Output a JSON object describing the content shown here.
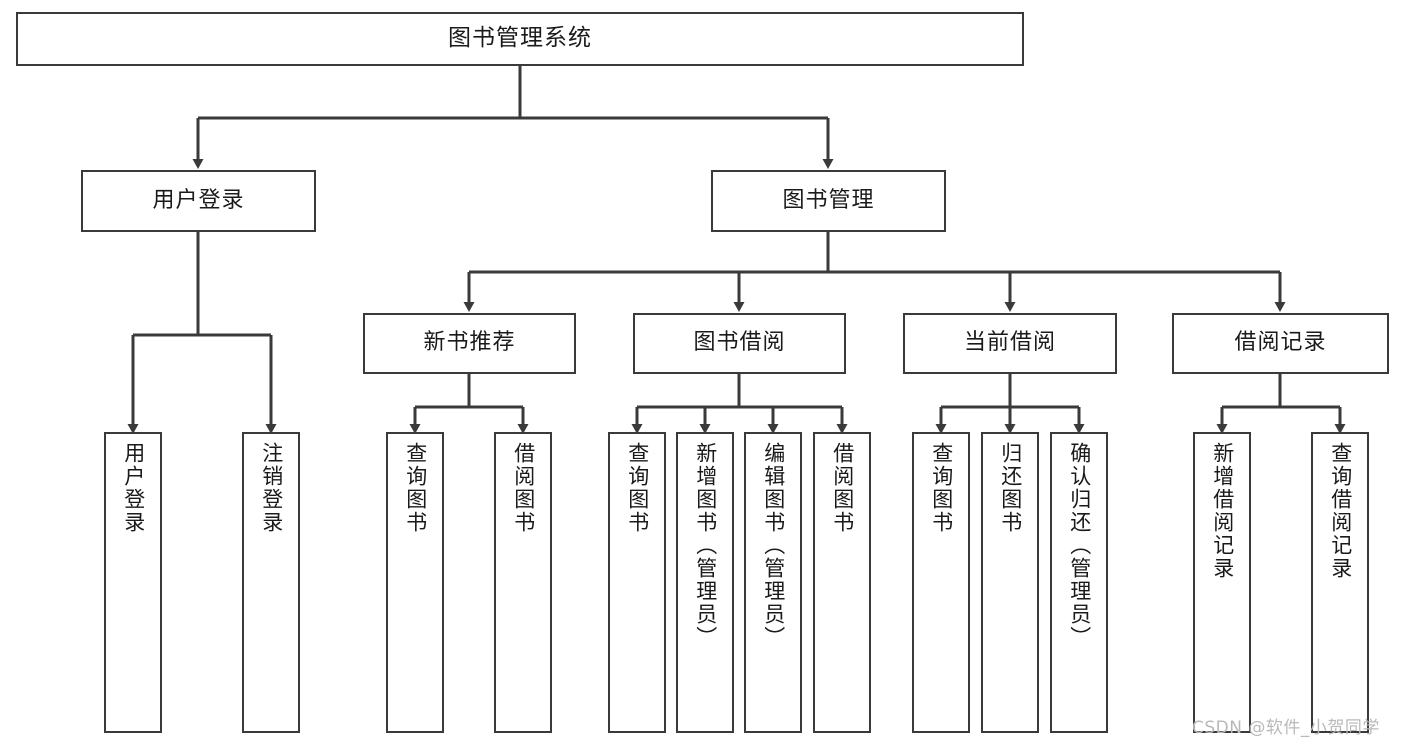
{
  "diagram": {
    "type": "tree",
    "title": "图书管理系统",
    "style": {
      "box_border_color": "#3a3a3a",
      "box_fill": "#ffffff",
      "line_color": "#3a3a3a",
      "text_color": "#1a1a1a",
      "background": "#ffffff"
    },
    "root": {
      "id": "root",
      "label": "图书管理系统",
      "orientation": "horizontal"
    },
    "level2": [
      {
        "id": "user-login",
        "label": "用户登录",
        "orientation": "horizontal"
      },
      {
        "id": "book-manage",
        "label": "图书管理",
        "orientation": "horizontal"
      }
    ],
    "level3": [
      {
        "id": "new-book-recommend",
        "label": "新书推荐",
        "orientation": "horizontal",
        "parent": "book-manage"
      },
      {
        "id": "book-borrow",
        "label": "图书借阅",
        "orientation": "horizontal",
        "parent": "book-manage"
      },
      {
        "id": "current-borrow",
        "label": "当前借阅",
        "orientation": "horizontal",
        "parent": "book-manage"
      },
      {
        "id": "borrow-record",
        "label": "借阅记录",
        "orientation": "horizontal",
        "parent": "book-manage"
      }
    ],
    "leaves": [
      {
        "id": "leaf-user-login",
        "label": "用户登录",
        "parent": "user-login"
      },
      {
        "id": "leaf-user-logout",
        "label": "注销登录",
        "parent": "user-login"
      },
      {
        "id": "leaf-query-book-recommend",
        "label": "查询图书",
        "parent": "new-book-recommend"
      },
      {
        "id": "leaf-borrow-book-recommend",
        "label": "借阅图书",
        "parent": "new-book-recommend"
      },
      {
        "id": "leaf-query-book-borrow",
        "label": "查询图书",
        "parent": "book-borrow"
      },
      {
        "id": "leaf-add-book-admin",
        "label": "新增图书（管理员）",
        "parent": "book-borrow"
      },
      {
        "id": "leaf-edit-book-admin",
        "label": "编辑图书（管理员）",
        "parent": "book-borrow"
      },
      {
        "id": "leaf-borrow-book",
        "label": "借阅图书",
        "parent": "book-borrow"
      },
      {
        "id": "leaf-query-book-current",
        "label": "查询图书",
        "parent": "current-borrow"
      },
      {
        "id": "leaf-return-book",
        "label": "归还图书",
        "parent": "current-borrow"
      },
      {
        "id": "leaf-confirm-return-admin",
        "label": "确认归还（管理员）",
        "parent": "current-borrow"
      },
      {
        "id": "leaf-add-borrow-record",
        "label": "新增借阅记录",
        "parent": "borrow-record"
      },
      {
        "id": "leaf-query-borrow-record",
        "label": "查询借阅记录",
        "parent": "borrow-record"
      }
    ]
  },
  "watermark": {
    "text": "CSDN @软件_小贺同学"
  }
}
